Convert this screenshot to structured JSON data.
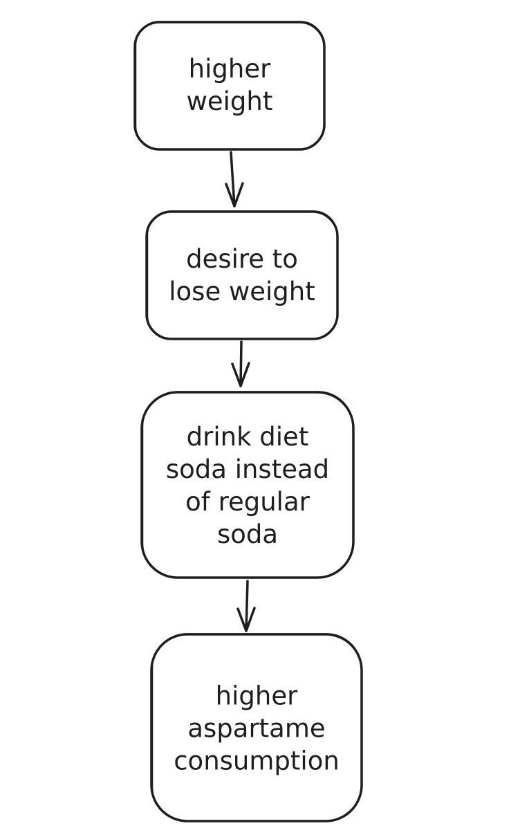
{
  "colors": {
    "stroke": "#1e1e1e",
    "text": "#1e1e1e",
    "background": "#ffffff"
  },
  "nodes": [
    {
      "id": "higher-weight",
      "lines": [
        "higher",
        "weight"
      ]
    },
    {
      "id": "desire-to-lose-weight",
      "lines": [
        "desire to",
        "lose weight"
      ]
    },
    {
      "id": "drink-diet-soda",
      "lines": [
        "drink diet",
        "soda instead",
        "of regular",
        "soda"
      ]
    },
    {
      "id": "higher-aspartame-consumption",
      "lines": [
        "higher",
        "aspartame",
        "consumption"
      ]
    }
  ],
  "edges": [
    {
      "from": "higher-weight",
      "to": "desire-to-lose-weight"
    },
    {
      "from": "desire-to-lose-weight",
      "to": "drink-diet-soda"
    },
    {
      "from": "drink-diet-soda",
      "to": "higher-aspartame-consumption"
    }
  ]
}
